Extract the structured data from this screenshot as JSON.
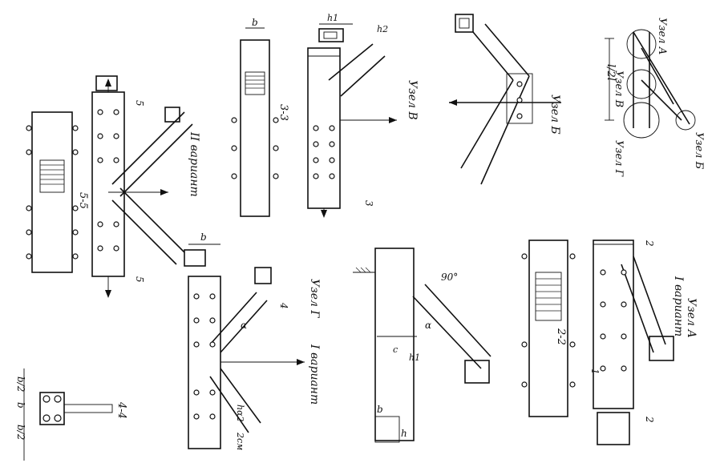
{
  "labels": {
    "node_a": "Узел А",
    "node_a_variant": "I вариант",
    "node_b": "Узел Б",
    "node_v": "Узел В",
    "node_g": "Узел Г",
    "node_g_variant": "I вариант",
    "variant_2": "II вариант",
    "scheme_node_a": "Узел А",
    "scheme_node_b": "Узел Б",
    "scheme_node_v": "Узел В",
    "scheme_node_g": "Узел Г",
    "scheme_span": "l/2l",
    "section_2": "2-2",
    "section_3": "3-3",
    "section_4": "4-4",
    "section_5": "5-5",
    "mark_1": "1",
    "mark_2": "2",
    "mark_3": "3",
    "mark_4": "4",
    "mark_5": "5",
    "dim_b": "b",
    "dim_h": "h",
    "dim_h1": "h1",
    "dim_h2": "h2",
    "dim_c": "c",
    "dim_alpha": "α",
    "dim_90": "90°",
    "dim_ha2": "hα2",
    "dim_2cm": "2см",
    "dim_b2": "b/2",
    "dim_b_mid": "b",
    "dim_b2_b": "b/2"
  }
}
